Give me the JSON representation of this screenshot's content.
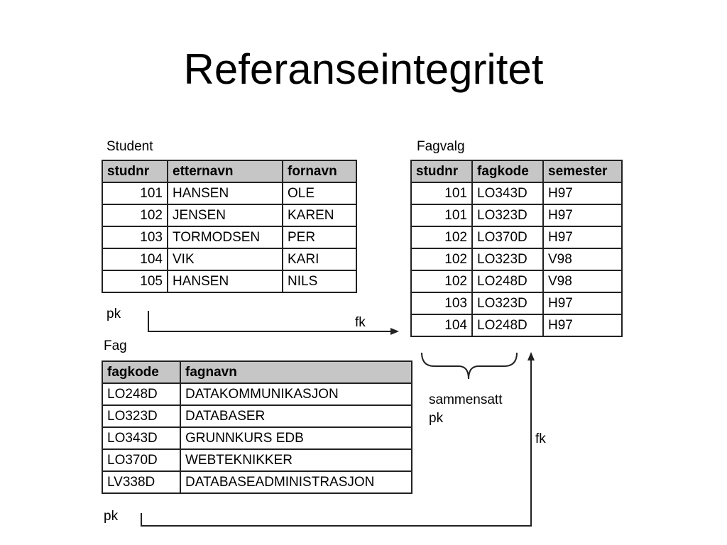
{
  "title": "Referanseintegritet",
  "student": {
    "label": "Student",
    "headers": [
      "studnr",
      "etternavn",
      "fornavn"
    ],
    "rows": [
      [
        "101",
        "HANSEN",
        "OLE"
      ],
      [
        "102",
        "JENSEN",
        "KAREN"
      ],
      [
        "103",
        "TORMODSEN",
        "PER"
      ],
      [
        "104",
        "VIK",
        "KARI"
      ],
      [
        "105",
        "HANSEN",
        "NILS"
      ]
    ]
  },
  "fagvalg": {
    "label": "Fagvalg",
    "headers": [
      "studnr",
      "fagkode",
      "semester"
    ],
    "rows": [
      [
        "101",
        "LO343D",
        "H97"
      ],
      [
        "101",
        "LO323D",
        "H97"
      ],
      [
        "102",
        "LO370D",
        "H97"
      ],
      [
        "102",
        "LO323D",
        "V98"
      ],
      [
        "102",
        "LO248D",
        "V98"
      ],
      [
        "103",
        "LO323D",
        "H97"
      ],
      [
        "104",
        "LO248D",
        "H97"
      ]
    ]
  },
  "fag": {
    "label": "Fag",
    "headers": [
      "fagkode",
      "fagnavn"
    ],
    "rows": [
      [
        "LO248D",
        "DATAKOMMUNIKASJON"
      ],
      [
        "LO323D",
        "DATABASER"
      ],
      [
        "LO343D",
        "GRUNNKURS EDB"
      ],
      [
        "LO370D",
        "WEBTEKNIKKER"
      ],
      [
        "LV338D",
        "DATABASEADMINISTRASJON"
      ]
    ]
  },
  "annotations": {
    "student_pk": "pk",
    "student_fk": "fk",
    "composite_pk_line1": "sammensatt",
    "composite_pk_line2": "pk",
    "fag_fk": "fk",
    "fag_pk": "pk"
  }
}
